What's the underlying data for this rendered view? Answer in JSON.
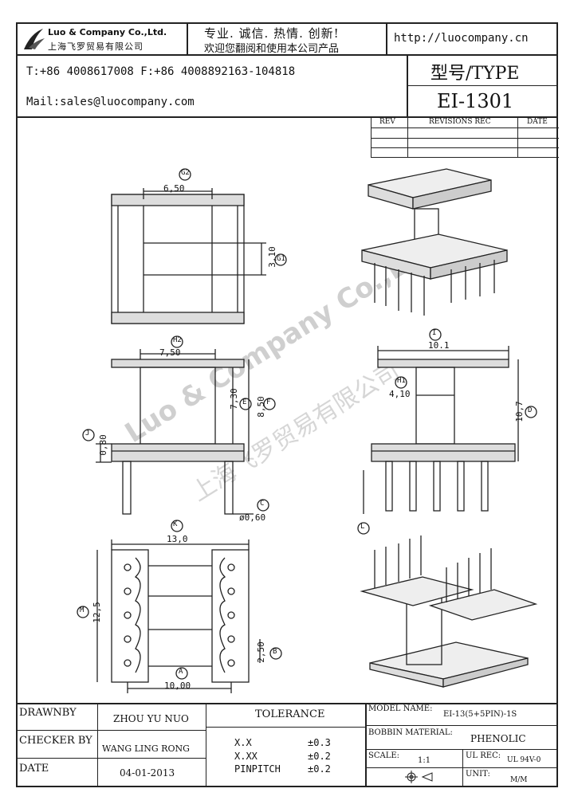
{
  "header": {
    "company_name": "Luo & Company Co.,Ltd.",
    "company_name_cn": "上海飞罗贸易有限公司",
    "slogan": "专业. 诚信. 热情. 创新!",
    "welcome": "欢迎您翻阅和使用本公司产品",
    "website": "http://luocompany.cn",
    "phone_fax": "T:+86 4008617008 F:+86 4008892163-104818",
    "mail": "Mail:sales@luocompany.com",
    "type_label": "型号/TYPE",
    "type_value": "EI-1301"
  },
  "revisions": {
    "headers": [
      "REV",
      "REVISIONS REC",
      "DATE"
    ]
  },
  "watermark": {
    "text": "Luo & Company Co.,Ltd.",
    "text_cn": "上海飞罗贸易有限公司"
  },
  "dimensions": {
    "g2": "G2",
    "g2_value": "6,50",
    "g1": "G1",
    "g1_value": "3,10",
    "h2": "H2",
    "h2_value": "7,50",
    "e": "E",
    "e_value": "7,30",
    "f": "F",
    "f_value": "8,50",
    "j": "J",
    "j_value": "0,80",
    "c": "C",
    "c_value": "ø0,60",
    "i": "I",
    "i_value": "10.1",
    "h1": "H1",
    "h1_value": "4,10",
    "d": "D",
    "d_value": "10,7",
    "l": "L",
    "k": "K",
    "k_value": "13,0",
    "m": "M",
    "m_value": "12,5",
    "b": "B",
    "b_value": "2,50",
    "a": "A",
    "a_value": "10,00"
  },
  "title_block": {
    "drawnby_label": "DRAWNBY",
    "drawnby_value": "ZHOU YU NUO",
    "checker_label": "CHECKER BY",
    "checker_value": "WANG LING RONG",
    "date_label": "DATE",
    "date_value": "04-01-2013",
    "tolerance_label": "TOLERANCE",
    "tol_rows": [
      {
        "key": "X.X",
        "value": "±0.3"
      },
      {
        "key": "X.XX",
        "value": "±0.2"
      },
      {
        "key": "PINPITCH",
        "value": "±0.2"
      }
    ],
    "model_name_label": "MODEL NAME:",
    "model_name_value": "EI-13(5+5PIN)-1S",
    "bobbin_label": "BOBBIN MATERIAL:",
    "bobbin_value": "PHENOLIC",
    "scale_label": "SCALE:",
    "scale_value": "1:1",
    "ul_label": "UL REC:",
    "ul_value": "UL 94V-0",
    "unit_label": "UNIT:",
    "unit_value": "M/M"
  }
}
